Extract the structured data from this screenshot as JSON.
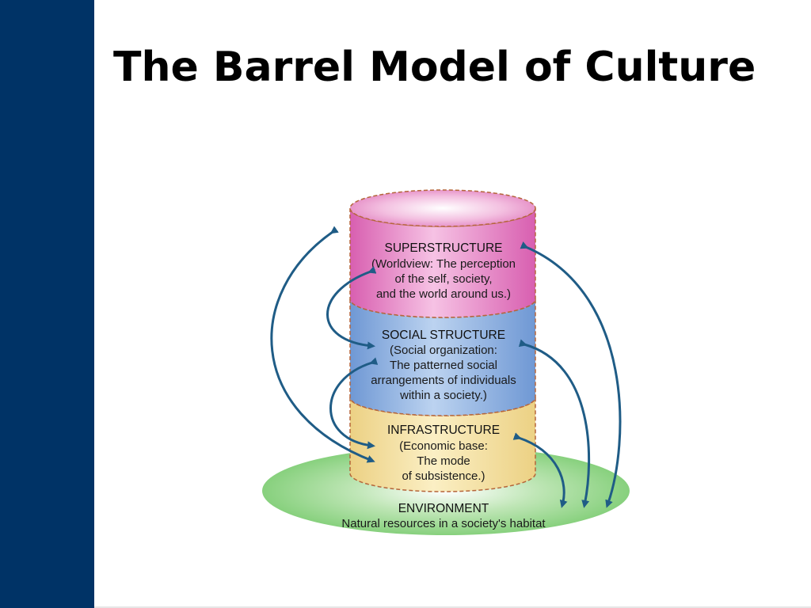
{
  "slide": {
    "title": "The Barrel Model of Culture",
    "colors": {
      "sidebar": "#003366",
      "superstructure": "#e680c0",
      "social_structure": "#88aee0",
      "infrastructure": "#f2dc9a",
      "environment": "#86d07e",
      "arrows": "#1f5c86"
    }
  },
  "diagram": {
    "superstructure": {
      "heading": "SUPERSTRUCTURE",
      "line1": "(Worldview: The perception",
      "line2": "of the self, society,",
      "line3": "and the world around us.)"
    },
    "social_structure": {
      "heading": "SOCIAL STRUCTURE",
      "line1": "(Social organization:",
      "line2": "The patterned social",
      "line3": "arrangements of individuals",
      "line4": "within a society.)"
    },
    "infrastructure": {
      "heading": "INFRASTRUCTURE",
      "line1": "(Economic base:",
      "line2": "The mode",
      "line3": "of subsistence.)"
    },
    "environment": {
      "heading": "ENVIRONMENT",
      "line1": "Natural resources in a society's habitat"
    }
  }
}
